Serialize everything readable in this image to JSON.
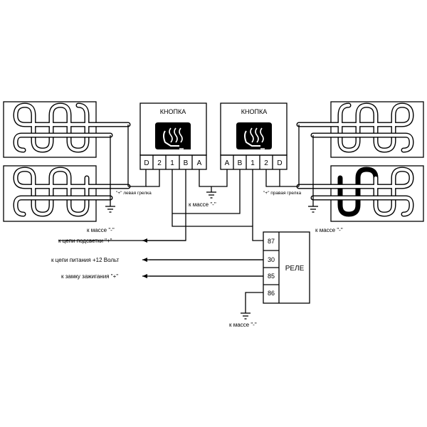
{
  "buttons": {
    "left": {
      "title": "КНОПКА",
      "pins": [
        "D",
        "2",
        "1",
        "B",
        "A"
      ]
    },
    "right": {
      "title": "КНОПКА",
      "pins": [
        "A",
        "B",
        "1",
        "2",
        "D"
      ]
    }
  },
  "labels": {
    "left_heater": "\"+\" левая грелка",
    "right_heater": "\"+\" правая грелка",
    "ground_left": "к массе \"-\"",
    "ground_center": "к массе \"-\"",
    "ground_right": "к массе \"-\"",
    "ground_relay": "к массе \"-\"",
    "backlight": "к цепи подсветки \"+\"",
    "power": "к цепи питания +12 Вольт",
    "ignition": "к замку зажигания \"+\""
  },
  "relay": {
    "title": "РЕЛЕ",
    "pins": [
      "87",
      "30",
      "85",
      "86"
    ]
  }
}
